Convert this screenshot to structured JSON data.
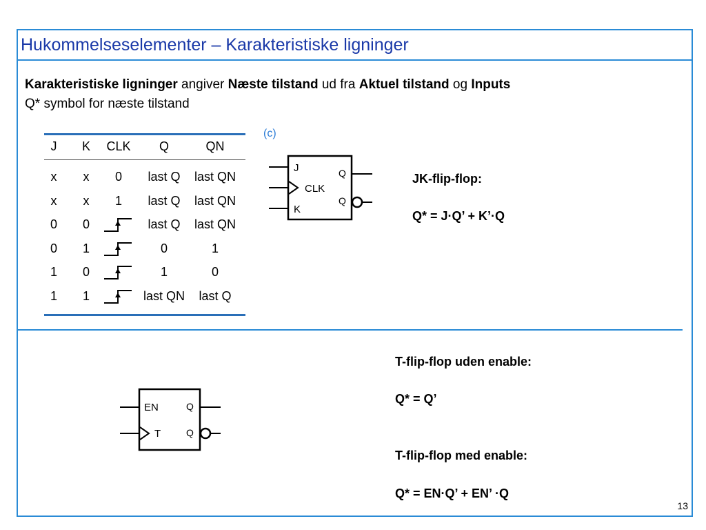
{
  "slide": {
    "title": "Hukommelseselementer – Karakteristiske ligninger",
    "page_number": "13"
  },
  "intro": {
    "bold1": "Karakteristiske ligninger",
    "text1": " angiver ",
    "bold2": "Næste tilstand",
    "text2": " ud fra ",
    "bold3": "Aktuel tilstand",
    "text3": " og ",
    "bold4": "Inputs",
    "line2": "Q* symbol for næste tilstand"
  },
  "truth_table": {
    "headers": [
      "J",
      "K",
      "CLK",
      "Q",
      "QN"
    ],
    "rows": [
      {
        "J": "x",
        "K": "x",
        "CLK": "0",
        "Q": "last Q",
        "QN": "last QN"
      },
      {
        "J": "x",
        "K": "x",
        "CLK": "1",
        "Q": "last Q",
        "QN": "last QN"
      },
      {
        "J": "0",
        "K": "0",
        "CLK": "rising-edge",
        "Q": "last Q",
        "QN": "last QN"
      },
      {
        "J": "0",
        "K": "1",
        "CLK": "rising-edge",
        "Q": "0",
        "QN": "1"
      },
      {
        "J": "1",
        "K": "0",
        "CLK": "rising-edge",
        "Q": "1",
        "QN": "0"
      },
      {
        "J": "1",
        "K": "1",
        "CLK": "rising-edge",
        "Q": "last QN",
        "QN": "last Q"
      }
    ]
  },
  "jk_symbol": {
    "caption": "(c)",
    "pin_j": "J",
    "pin_clk": "CLK",
    "pin_k": "K",
    "pin_q": "Q",
    "pin_qn": "Q"
  },
  "jk_text": {
    "heading": "JK-flip-flop:",
    "equation": "Q* = J·Q’ + K’·Q"
  },
  "t_symbol": {
    "pin_en": "EN",
    "pin_t": "T",
    "pin_q": "Q",
    "pin_qn": "Q"
  },
  "t_text": {
    "heading1": "T-flip-flop uden enable:",
    "equation1": "Q* = Q’",
    "heading2": "T-flip-flop med enable:",
    "equation2": "Q* = EN·Q’ + EN’ ·Q"
  },
  "colors": {
    "accent": "#2a8bd6",
    "title": "#1a39a8",
    "caption": "#2a7bd6"
  }
}
